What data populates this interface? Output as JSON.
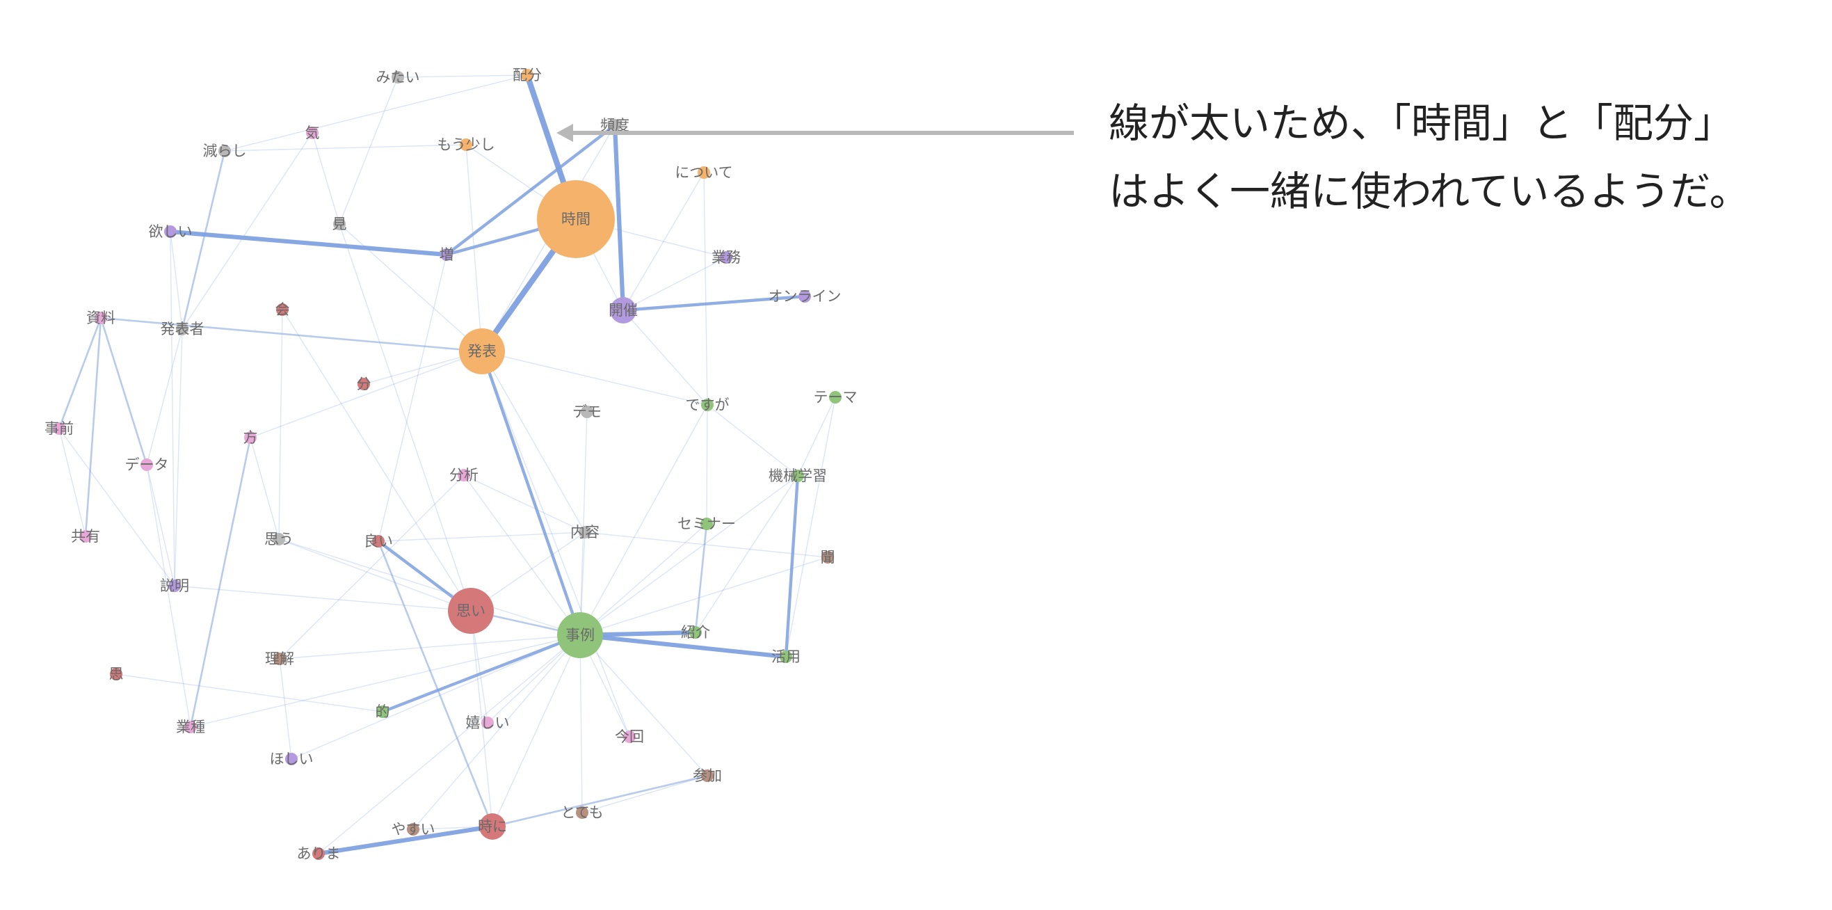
{
  "annotation": {
    "line1": "線が太いため、「時間」と「配分」",
    "line2": "はよく一緒に使われているようだ。"
  },
  "colors": {
    "orange": "#f5b26b",
    "red": "#d4787a",
    "green": "#8fc47a",
    "purple": "#b39ae0",
    "pink": "#e7a8d8",
    "gray": "#b8b8b8",
    "brown": "#b89080",
    "edge": "#7da0df",
    "arrow": "#b8b8b8"
  },
  "nodes": [
    {
      "id": "jikan",
      "label": "時間",
      "color": "orange",
      "size": "xl"
    },
    {
      "id": "haibun",
      "label": "配分",
      "color": "orange",
      "size": "s"
    },
    {
      "id": "mitai",
      "label": "みたい",
      "color": "gray",
      "size": "s"
    },
    {
      "id": "hindo",
      "label": "頻度",
      "color": "gray",
      "size": "s"
    },
    {
      "id": "ki",
      "label": "気",
      "color": "pink",
      "size": "s"
    },
    {
      "id": "mousukoshi",
      "label": "もう少し",
      "color": "orange",
      "size": "s"
    },
    {
      "id": "herashi",
      "label": "減らし",
      "color": "gray",
      "size": "s"
    },
    {
      "id": "nitsuite",
      "label": "について",
      "color": "orange",
      "size": "s"
    },
    {
      "id": "mi",
      "label": "見",
      "color": "gray",
      "size": "s"
    },
    {
      "id": "hoshii",
      "label": "欲しい",
      "color": "purple",
      "size": "s"
    },
    {
      "id": "zou",
      "label": "増",
      "color": "purple",
      "size": "s"
    },
    {
      "id": "gyomu",
      "label": "業務",
      "color": "purple",
      "size": "s"
    },
    {
      "id": "kaisai",
      "label": "開催",
      "color": "purple",
      "size": "m"
    },
    {
      "id": "online",
      "label": "オンライン",
      "color": "purple",
      "size": "s"
    },
    {
      "id": "kai",
      "label": "会",
      "color": "red",
      "size": "s"
    },
    {
      "id": "shiryo",
      "label": "資料",
      "color": "pink",
      "size": "s"
    },
    {
      "id": "happyosha",
      "label": "発表者",
      "color": "gray",
      "size": "s"
    },
    {
      "id": "happyo",
      "label": "発表",
      "color": "orange",
      "size": "l"
    },
    {
      "id": "fun",
      "label": "分",
      "color": "red",
      "size": "s"
    },
    {
      "id": "demo",
      "label": "デモ",
      "color": "gray",
      "size": "s"
    },
    {
      "id": "desuga",
      "label": "ですが",
      "color": "green",
      "size": "s"
    },
    {
      "id": "thema",
      "label": "テーマ",
      "color": "green",
      "size": "s"
    },
    {
      "id": "jizen",
      "label": "事前",
      "color": "pink",
      "size": "s"
    },
    {
      "id": "kata",
      "label": "方",
      "color": "pink",
      "size": "s"
    },
    {
      "id": "data",
      "label": "データ",
      "color": "pink",
      "size": "s"
    },
    {
      "id": "bunseki",
      "label": "分析",
      "color": "pink",
      "size": "s"
    },
    {
      "id": "kikai",
      "label": "機械学習",
      "color": "green",
      "size": "s"
    },
    {
      "id": "kyoyu",
      "label": "共有",
      "color": "pink",
      "size": "s"
    },
    {
      "id": "omou",
      "label": "思う",
      "color": "gray",
      "size": "s"
    },
    {
      "id": "yoi",
      "label": "良い",
      "color": "red",
      "size": "s"
    },
    {
      "id": "naiyo",
      "label": "内容",
      "color": "gray",
      "size": "s"
    },
    {
      "id": "seminar",
      "label": "セミナー",
      "color": "green",
      "size": "s"
    },
    {
      "id": "kiku",
      "label": "聞",
      "color": "brown",
      "size": "s"
    },
    {
      "id": "setsumei",
      "label": "説明",
      "color": "purple",
      "size": "s"
    },
    {
      "id": "omoi",
      "label": "思い",
      "color": "red",
      "size": "l"
    },
    {
      "id": "jirei",
      "label": "事例",
      "color": "green",
      "size": "l"
    },
    {
      "id": "shokai",
      "label": "紹介",
      "color": "green",
      "size": "s"
    },
    {
      "id": "katsuyo",
      "label": "活用",
      "color": "green",
      "size": "s"
    },
    {
      "id": "ri",
      "label": "理解",
      "color": "brown",
      "size": "s"
    },
    {
      "id": "shi",
      "label": "思",
      "color": "red",
      "size": "s"
    },
    {
      "id": "teki",
      "label": "的",
      "color": "green",
      "size": "s"
    },
    {
      "id": "gyoshu",
      "label": "業種",
      "color": "pink",
      "size": "s"
    },
    {
      "id": "ureshii",
      "label": "嬉しい",
      "color": "pink",
      "size": "s"
    },
    {
      "id": "konkai",
      "label": "今回",
      "color": "pink",
      "size": "s"
    },
    {
      "id": "sanka",
      "label": "参加",
      "color": "brown",
      "size": "s"
    },
    {
      "id": "hoshii2",
      "label": "ほしい",
      "color": "purple",
      "size": "s"
    },
    {
      "id": "totemo",
      "label": "とても",
      "color": "brown",
      "size": "s"
    },
    {
      "id": "yasui",
      "label": "やすい",
      "color": "brown",
      "size": "s"
    },
    {
      "id": "tokini",
      "label": "時に",
      "color": "red",
      "size": "m"
    },
    {
      "id": "arima",
      "label": "ありま",
      "color": "red",
      "size": "s"
    }
  ],
  "edges": [
    {
      "source": "haibun",
      "target": "jikan",
      "weight": 5
    },
    {
      "source": "jikan",
      "target": "happyo",
      "weight": 5
    },
    {
      "source": "hindo",
      "target": "kaisai",
      "weight": 4
    },
    {
      "source": "hoshii",
      "target": "zou",
      "weight": 4
    },
    {
      "source": "jirei",
      "target": "shokai",
      "weight": 4
    },
    {
      "source": "jirei",
      "target": "katsuyo",
      "weight": 4
    },
    {
      "source": "tokini",
      "target": "arima",
      "weight": 4
    },
    {
      "source": "hindo",
      "target": "zou",
      "weight": 3
    },
    {
      "source": "kaisai",
      "target": "online",
      "weight": 3
    },
    {
      "source": "zou",
      "target": "jikan",
      "weight": 3
    },
    {
      "source": "happyo",
      "target": "jirei",
      "weight": 3
    },
    {
      "source": "yoi",
      "target": "omoi",
      "weight": 3
    },
    {
      "source": "jirei",
      "target": "teki",
      "weight": 3
    },
    {
      "source": "kikai",
      "target": "katsuyo",
      "weight": 3
    },
    {
      "source": "yoi",
      "target": "tokini",
      "weight": 2
    },
    {
      "source": "seminar",
      "target": "shokai",
      "weight": 2
    },
    {
      "source": "herashi",
      "target": "happyosha",
      "weight": 2
    },
    {
      "source": "shiryo",
      "target": "happyo",
      "weight": 2
    },
    {
      "source": "shiryo",
      "target": "data",
      "weight": 2
    },
    {
      "source": "shiryo",
      "target": "jizen",
      "weight": 2
    },
    {
      "source": "kata",
      "target": "gyoshu",
      "weight": 2
    },
    {
      "source": "shiryo",
      "target": "kyoyu",
      "weight": 2
    },
    {
      "source": "tokini",
      "target": "sanka",
      "weight": 2
    },
    {
      "source": "omoi",
      "target": "jirei",
      "weight": 2
    },
    {
      "source": "mitai",
      "target": "haibun",
      "weight": 1
    },
    {
      "source": "mitai",
      "target": "mi",
      "weight": 1
    },
    {
      "source": "haibun",
      "target": "herashi",
      "weight": 1
    },
    {
      "source": "ki",
      "target": "mi",
      "weight": 1
    },
    {
      "source": "ki",
      "target": "happyosha",
      "weight": 1
    },
    {
      "source": "mousukoshi",
      "target": "jikan",
      "weight": 1
    },
    {
      "source": "mousukoshi",
      "target": "happyo",
      "weight": 1
    },
    {
      "source": "herashi",
      "target": "mousukoshi",
      "weight": 1
    },
    {
      "source": "nitsuite",
      "target": "desuga",
      "weight": 1
    },
    {
      "source": "nitsuite",
      "target": "kaisai",
      "weight": 1
    },
    {
      "source": "jikan",
      "target": "gyomu",
      "weight": 1
    },
    {
      "source": "jikan",
      "target": "kaisai",
      "weight": 1
    },
    {
      "source": "mi",
      "target": "happyo",
      "weight": 1
    },
    {
      "source": "mi",
      "target": "omoi",
      "weight": 1
    },
    {
      "source": "hoshii",
      "target": "happyosha",
      "weight": 1
    },
    {
      "source": "hoshii",
      "target": "setsumei",
      "weight": 1
    },
    {
      "source": "zou",
      "target": "yoi",
      "weight": 1
    },
    {
      "source": "kaisai",
      "target": "desuga",
      "weight": 1
    },
    {
      "source": "kaisai",
      "target": "gyomu",
      "weight": 1
    },
    {
      "source": "happyo",
      "target": "kata",
      "weight": 1
    },
    {
      "source": "happyo",
      "target": "fun",
      "weight": 1
    },
    {
      "source": "happyo",
      "target": "naiyo",
      "weight": 1
    },
    {
      "source": "happyo",
      "target": "desuga",
      "weight": 1
    },
    {
      "source": "happyo",
      "target": "konkai",
      "weight": 1
    },
    {
      "source": "happyosha",
      "target": "data",
      "weight": 1
    },
    {
      "source": "happyosha",
      "target": "setsumei",
      "weight": 1
    },
    {
      "source": "kai",
      "target": "omoi",
      "weight": 1
    },
    {
      "source": "kai",
      "target": "omou",
      "weight": 1
    },
    {
      "source": "demo",
      "target": "jirei",
      "weight": 1
    },
    {
      "source": "desuga",
      "target": "seminar",
      "weight": 1
    },
    {
      "source": "desuga",
      "target": "kikai",
      "weight": 1
    },
    {
      "source": "desuga",
      "target": "jirei",
      "weight": 1
    },
    {
      "source": "thema",
      "target": "kikai",
      "weight": 1
    },
    {
      "source": "thema",
      "target": "katsuyo",
      "weight": 1
    },
    {
      "source": "jizen",
      "target": "kyoyu",
      "weight": 1
    },
    {
      "source": "jizen",
      "target": "setsumei",
      "weight": 1
    },
    {
      "source": "data",
      "target": "setsumei",
      "weight": 1
    },
    {
      "source": "data",
      "target": "gyoshu",
      "weight": 1
    },
    {
      "source": "kata",
      "target": "omou",
      "weight": 1
    },
    {
      "source": "bunseki",
      "target": "naiyo",
      "weight": 1
    },
    {
      "source": "bunseki",
      "target": "ri",
      "weight": 1
    },
    {
      "source": "bunseki",
      "target": "jirei",
      "weight": 1
    },
    {
      "source": "kikai",
      "target": "jirei",
      "weight": 1
    },
    {
      "source": "kikai",
      "target": "shokai",
      "weight": 1
    },
    {
      "source": "naiyo",
      "target": "jirei",
      "weight": 1
    },
    {
      "source": "naiyo",
      "target": "kiku",
      "weight": 1
    },
    {
      "source": "naiyo",
      "target": "omoi",
      "weight": 1
    },
    {
      "source": "seminar",
      "target": "jirei",
      "weight": 1
    },
    {
      "source": "kiku",
      "target": "jirei",
      "weight": 1
    },
    {
      "source": "setsumei",
      "target": "omoi",
      "weight": 1
    },
    {
      "source": "omou",
      "target": "omoi",
      "weight": 1
    },
    {
      "source": "ri",
      "target": "jirei",
      "weight": 1
    },
    {
      "source": "ri",
      "target": "hoshii2",
      "weight": 1
    },
    {
      "source": "shi",
      "target": "teki",
      "weight": 1
    },
    {
      "source": "gyoshu",
      "target": "jirei",
      "weight": 1
    },
    {
      "source": "ureshii",
      "target": "jirei",
      "weight": 1
    },
    {
      "source": "ureshii",
      "target": "omoi",
      "weight": 1
    },
    {
      "source": "konkai",
      "target": "jirei",
      "weight": 1
    },
    {
      "source": "sanka",
      "target": "jirei",
      "weight": 1
    },
    {
      "source": "totemo",
      "target": "jirei",
      "weight": 1
    },
    {
      "source": "totemo",
      "target": "sanka",
      "weight": 1
    },
    {
      "source": "yasui",
      "target": "jirei",
      "weight": 1
    },
    {
      "source": "yasui",
      "target": "tokini",
      "weight": 1
    },
    {
      "source": "hoshii2",
      "target": "jirei",
      "weight": 1
    },
    {
      "source": "tokini",
      "target": "jirei",
      "weight": 1
    },
    {
      "source": "tokini",
      "target": "omoi",
      "weight": 1
    },
    {
      "source": "arima",
      "target": "jirei",
      "weight": 1
    },
    {
      "source": "yoi",
      "target": "naiyo",
      "weight": 1
    },
    {
      "source": "omou",
      "target": "jirei",
      "weight": 1
    },
    {
      "source": "hindo",
      "target": "happyo",
      "weight": 1
    }
  ]
}
